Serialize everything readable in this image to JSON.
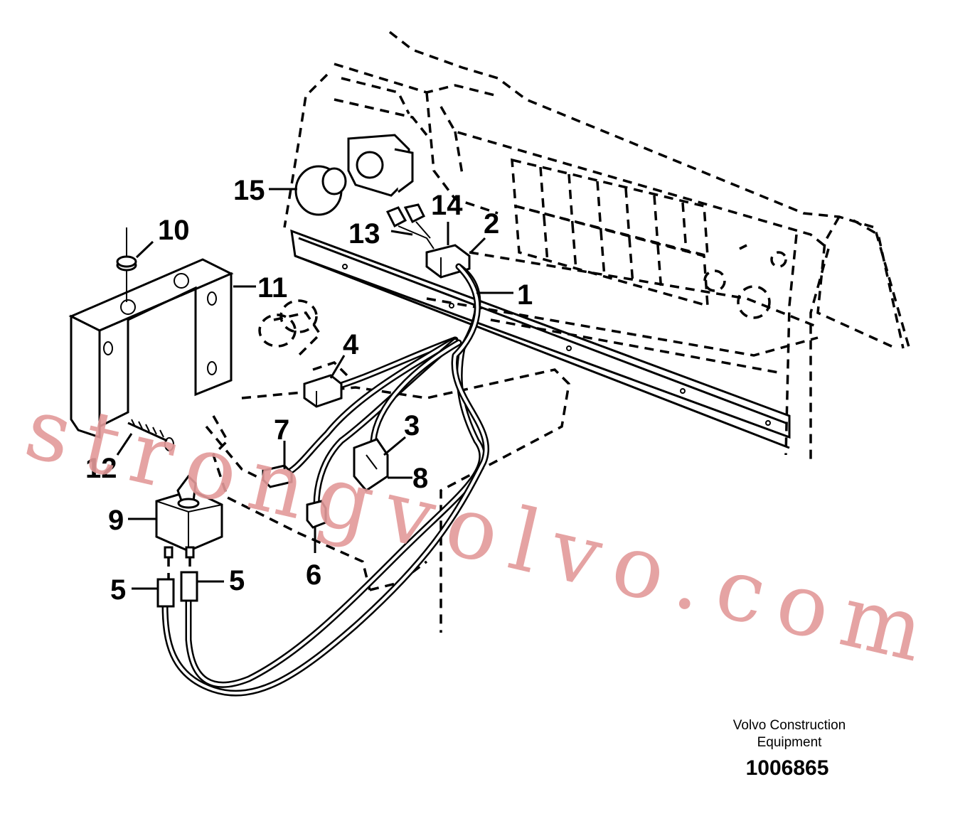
{
  "callouts": [
    "1",
    "2",
    "3",
    "4",
    "5",
    "5",
    "6",
    "7",
    "8",
    "9",
    "10",
    "11",
    "12",
    "13",
    "14",
    "15"
  ],
  "credit": {
    "line1": "Volvo Construction",
    "line2": "Equipment",
    "drawing_number": "1006865"
  },
  "watermark": "strongvolvo.com"
}
